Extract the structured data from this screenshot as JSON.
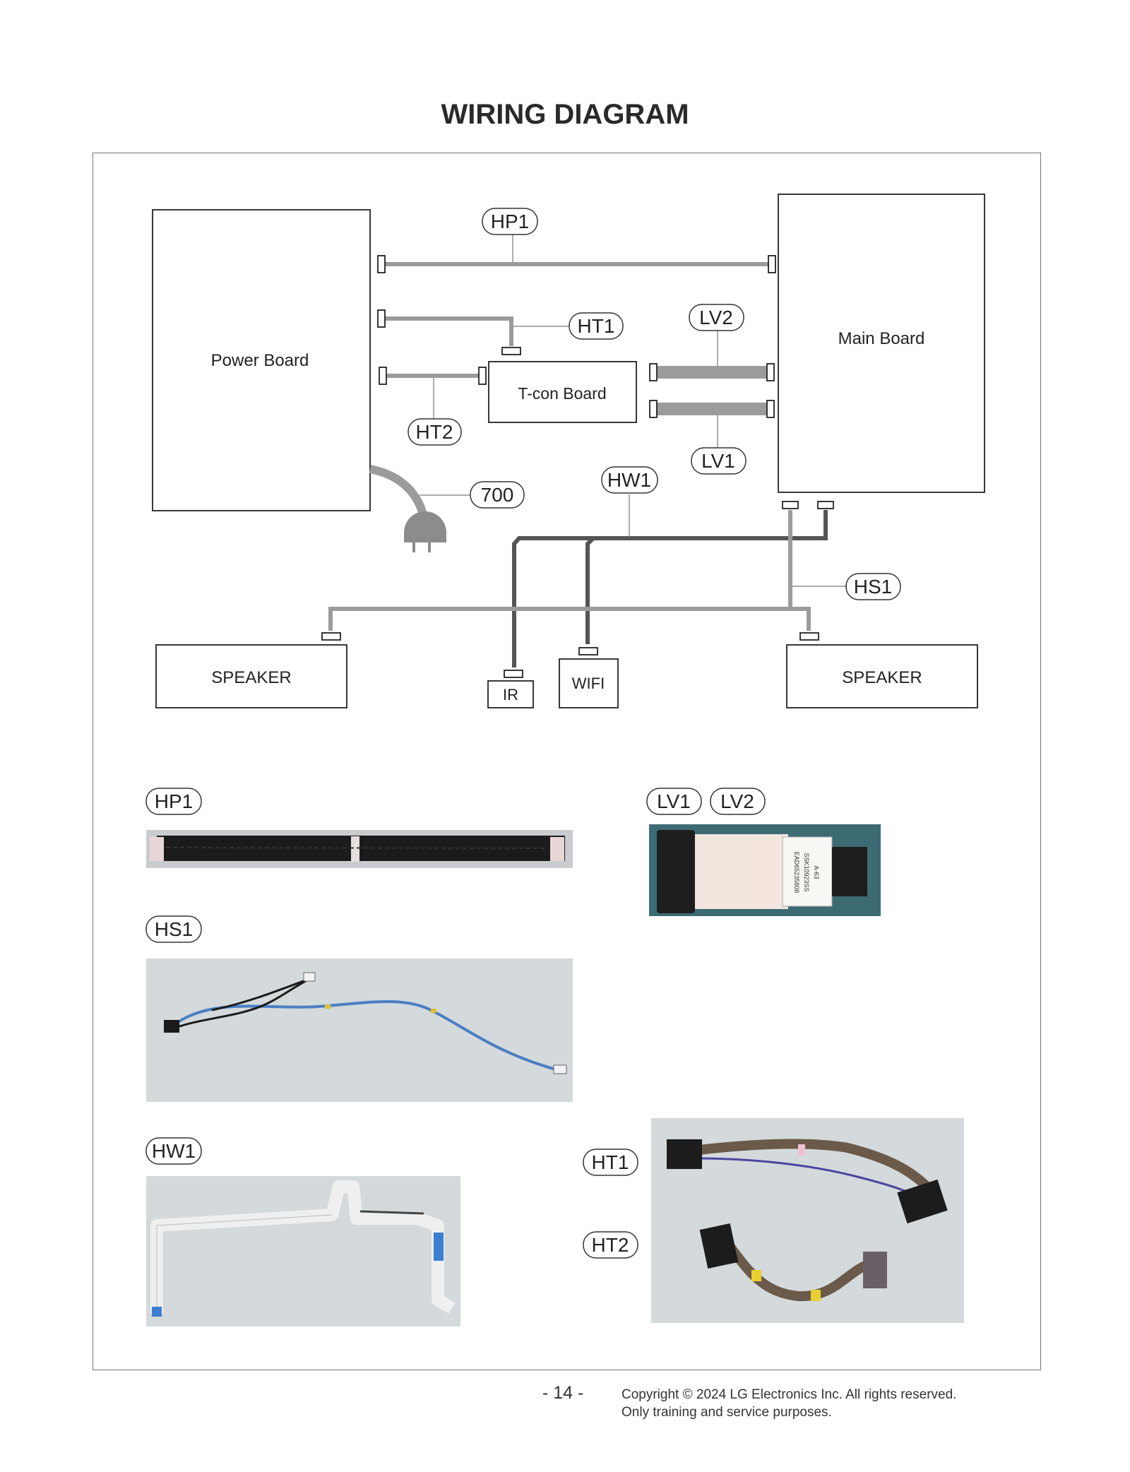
{
  "title": "WIRING DIAGRAM",
  "boards": {
    "power": "Power Board",
    "main": "Main Board",
    "tcon": "T-con Board",
    "speaker_left": "SPEAKER",
    "speaker_right": "SPEAKER",
    "ir": "IR",
    "wifi": "WIFI"
  },
  "cable_labels": {
    "hp1": "HP1",
    "ht1": "HT1",
    "ht2": "HT2",
    "lv1": "LV1",
    "lv2": "LV2",
    "hw1": "HW1",
    "hs1": "HS1",
    "power_cord": "700"
  },
  "photo_labels": {
    "hp1": "HP1",
    "lv1": "LV1",
    "lv2": "LV2",
    "hs1": "HS1",
    "hw1": "HW1",
    "ht1": "HT1",
    "ht2": "HT2"
  },
  "lv_sticker": {
    "line1": "EAD65235808",
    "line2": "SSK10923SS",
    "line3": "A-63"
  },
  "footer": {
    "page_number": "- 14 -",
    "copyright_line1": "Copyright © 2024 LG Electronics Inc. All rights reserved.",
    "copyright_line2": "Only training and service purposes."
  },
  "colors": {
    "frame_border": "#777777",
    "cable_light": "#9b9b9b",
    "cable_dark": "#555555",
    "photo_background": "#d4d9dc"
  }
}
